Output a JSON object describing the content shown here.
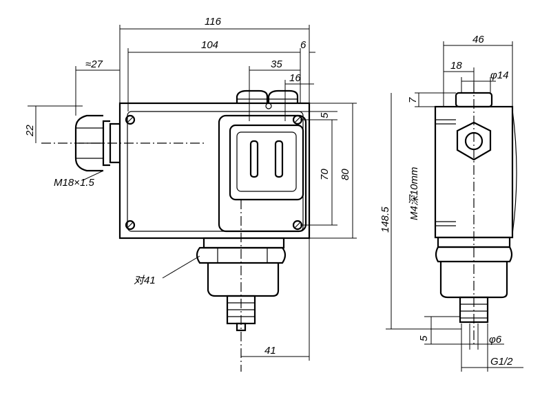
{
  "front_view": {
    "width_total": "116",
    "width_mounting": "104",
    "right_offset": "6",
    "window_offset": "35",
    "screw_offset": "16",
    "cable_gland_length": "≈27",
    "cable_gland_height": "22",
    "thread_label": "M18×1.5",
    "corner_offset": "5",
    "height_inner": "70",
    "height_total": "80",
    "wrench_label": "对41",
    "bottom_offset": "41"
  },
  "side_view": {
    "width_total": "46",
    "screw_offset": "18",
    "screw_diameter": "φ14",
    "top_offset": "7",
    "total_height": "148.5",
    "mount_thread": "M4深10mm",
    "nozzle_offset": "5",
    "nozzle_diameter": "φ6",
    "port_thread": "G1/2"
  }
}
